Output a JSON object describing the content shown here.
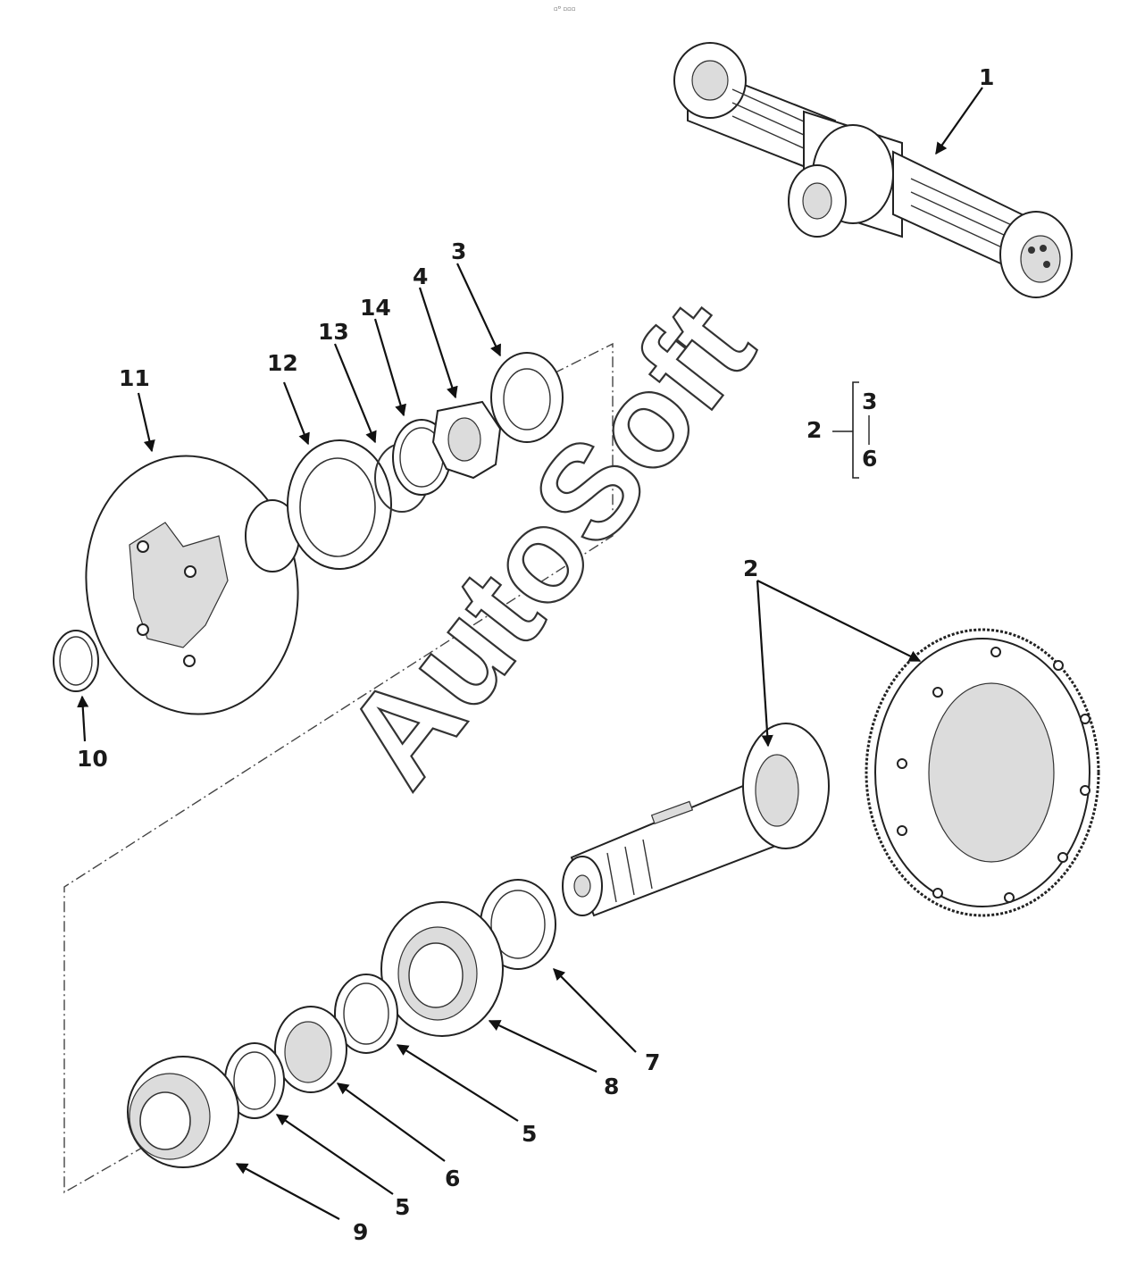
{
  "header_mark": "▫ᴰ ▫▫▫",
  "watermark": "AutoSoft",
  "callouts": {
    "c1": "1",
    "c2_bracket": "2",
    "c2_gears": "2",
    "c3": "3",
    "c4": "4",
    "c5a": "5",
    "c5b": "5",
    "c6": "6",
    "c7": "7",
    "c8": "8",
    "c9": "9",
    "c10": "10",
    "c11": "11",
    "c12": "12",
    "c13": "13",
    "c14": "14"
  },
  "bracket": {
    "top": "3",
    "bottom": "6"
  }
}
